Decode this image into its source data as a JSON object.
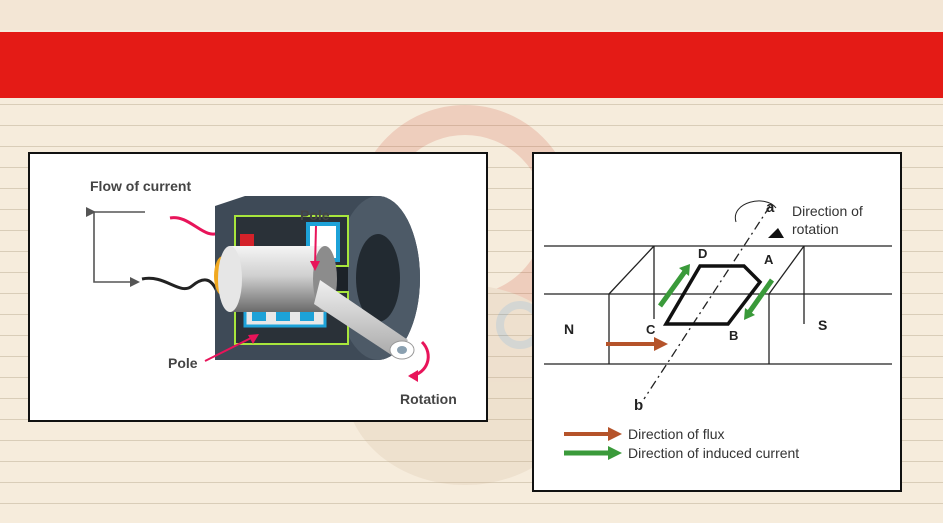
{
  "banner": {
    "color": "#e41b16"
  },
  "motor_diagram": {
    "flow_label": "Flow of current",
    "pole_top_label": "Pole",
    "pole_bottom_label": "Pole",
    "rotation_label": "Rotation"
  },
  "generator_diagram": {
    "axis_top": "a",
    "axis_bottom": "b",
    "rotation_label_1": "Direction of",
    "rotation_label_2": "rotation",
    "corner_a": "A",
    "corner_b": "B",
    "corner_c": "C",
    "corner_d": "D",
    "pole_n": "N",
    "pole_s": "S",
    "legend": [
      {
        "label": "Direction of flux",
        "color": "#b5532a"
      },
      {
        "label": "Direction of induced current",
        "color": "#3a9a3a"
      }
    ]
  }
}
